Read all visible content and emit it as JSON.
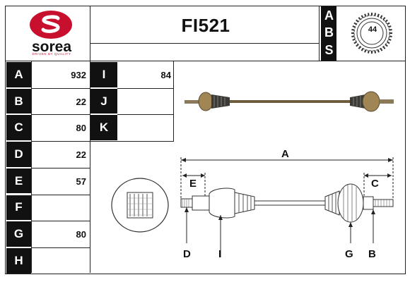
{
  "header": {
    "brand_name": "sorea",
    "brand_tagline": "DRIVEN BY QUALITY",
    "part_number": "FI521",
    "abs_letters": [
      "A",
      "B",
      "S"
    ],
    "abs_teeth": "44"
  },
  "rows_left": [
    {
      "label": "A",
      "value": "932"
    },
    {
      "label": "B",
      "value": "22"
    },
    {
      "label": "C",
      "value": "80"
    },
    {
      "label": "D",
      "value": "22"
    },
    {
      "label": "E",
      "value": "57"
    },
    {
      "label": "F",
      "value": ""
    },
    {
      "label": "G",
      "value": "80"
    },
    {
      "label": "H",
      "value": ""
    }
  ],
  "rows_mid": [
    {
      "label": "I",
      "value": "84"
    },
    {
      "label": "J",
      "value": ""
    },
    {
      "label": "K",
      "value": ""
    }
  ],
  "diagram": {
    "top_label": "A",
    "left_dim": "E",
    "right_dim": "C",
    "bottom_labels": [
      "D",
      "I",
      "G",
      "B"
    ]
  },
  "colors": {
    "brand_red": "#c8102e",
    "label_bg": "#111111"
  }
}
